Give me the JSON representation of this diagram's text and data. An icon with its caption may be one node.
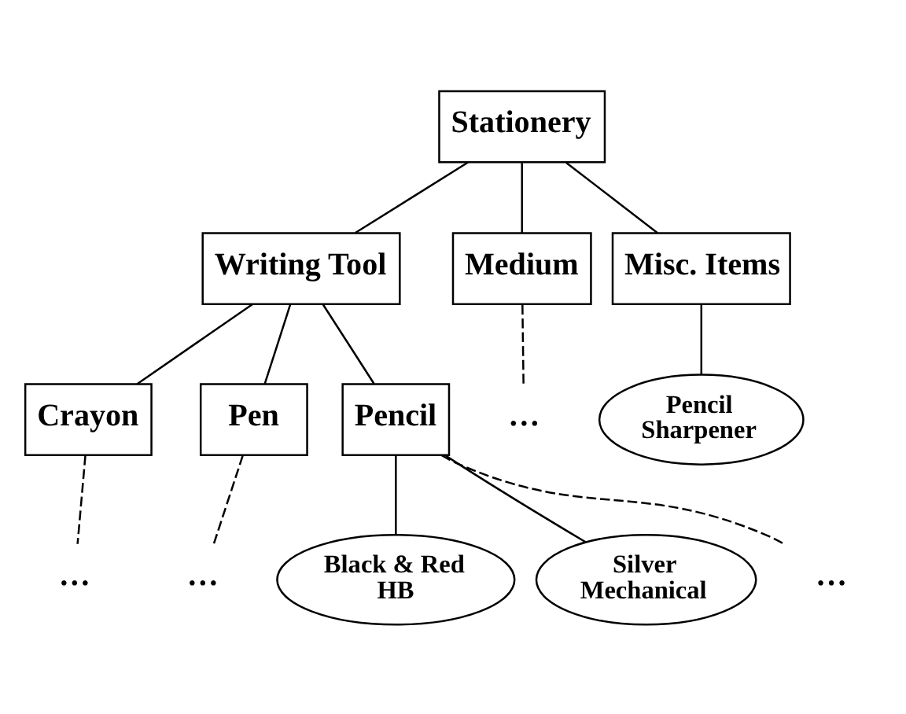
{
  "diagram": {
    "nodes": [
      {
        "text": [
          "Stationery"
        ]
      },
      {
        "text": [
          "Writing Tool"
        ]
      },
      {
        "text": [
          "Medium"
        ]
      },
      {
        "text": [
          "Misc. Items"
        ]
      },
      {
        "text": [
          "Crayon"
        ]
      },
      {
        "text": [
          "Pen"
        ]
      },
      {
        "text": [
          "Pencil"
        ]
      },
      {
        "text": [
          "…"
        ]
      },
      {
        "text": [
          "Pencil Sharpener"
        ]
      },
      {
        "text": [
          "…"
        ]
      },
      {
        "text": [
          "…"
        ]
      },
      {
        "text": [
          "Black & Red HB"
        ]
      },
      {
        "text": [
          "Silver Mechanical"
        ]
      },
      {
        "text": [
          "…"
        ]
      }
    ],
    "edges": [
      {
        "from": 0,
        "to": 1,
        "arrow": "none"
      },
      {
        "from": 0,
        "to": 2,
        "arrow": "none"
      },
      {
        "from": 0,
        "to": 3,
        "arrow": "none"
      },
      {
        "from": 1,
        "to": 4,
        "arrow": "none"
      },
      {
        "from": 1,
        "to": 5,
        "arrow": "none"
      },
      {
        "from": 1,
        "to": 6,
        "arrow": "none"
      },
      {
        "from": 2,
        "to": 7,
        "arrow": "none",
        "style": "dashed"
      },
      {
        "from": 3,
        "to": 8,
        "arrow": "none"
      },
      {
        "from": 4,
        "to": 9,
        "arrow": "none",
        "style": "dashed"
      },
      {
        "from": 5,
        "to": 10,
        "arrow": "none",
        "style": "dashed"
      },
      {
        "from": 6,
        "to": 11,
        "arrow": "none"
      },
      {
        "from": 6,
        "to": 12,
        "arrow": "none"
      },
      {
        "from": 6,
        "to": 13,
        "arrow": "none",
        "style": "dashed"
      }
    ]
  }
}
